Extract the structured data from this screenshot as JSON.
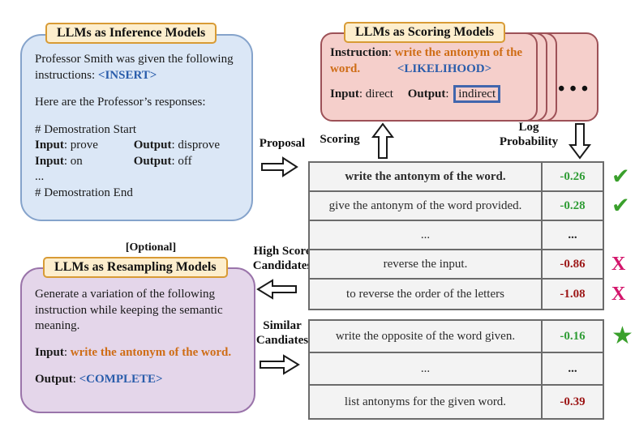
{
  "punct": {
    "colon": ": "
  },
  "inference_box": {
    "title": "LLMs as Inference Models",
    "intro_prefix": "Professor Smith was given the following instructions: ",
    "insert_token": "<INSERT>",
    "responses_line": "Here are the Professor’s responses:",
    "demo_start": "# Demostration Start",
    "demo_end": "# Demostration End",
    "ellipsis": "...",
    "input_label": "Input",
    "output_label": "Output",
    "demos": [
      {
        "input": "prove",
        "output": "disprove"
      },
      {
        "input": "on",
        "output": "off"
      }
    ]
  },
  "scoring_box": {
    "title": "LLMs as Scoring Models",
    "instruction_label": "Instruction",
    "instruction_line1": "write the antonym of the",
    "instruction_line2": "word.",
    "likelihood_token": "<LIKELIHOOD>",
    "input_label": "Input",
    "input_value": "direct",
    "output_label": "Output",
    "output_value": "indirect",
    "stack_dots": "•••"
  },
  "flow": {
    "proposal": "Proposal",
    "scoring": "Scoring",
    "log_prob_line1": "Log",
    "log_prob_line2": "Probability",
    "high_score_line1": "High Score",
    "high_score_line2": "Candidates",
    "similar_line1": "Similar",
    "similar_line2": "Candiates",
    "optional": "[Optional]"
  },
  "resampling_box": {
    "title": "LLMs as Resampling Models",
    "body": "Generate a variation of the following instruction while keeping the semantic meaning.",
    "input_label": "Input",
    "input_value": "write the antonym of the word.",
    "output_label": "Output",
    "output_token": "<COMPLETE>"
  },
  "score_table": {
    "rows": [
      {
        "text": "write the antonym of the word.",
        "score": "-0.26"
      },
      {
        "text": "give the antonym of the word provided.",
        "score": "-0.28"
      },
      {
        "text": "...",
        "score": "..."
      },
      {
        "text": "reverse the input.",
        "score": "-0.86"
      },
      {
        "text": "to reverse the order of the letters",
        "score": "-1.08"
      }
    ]
  },
  "resample_table": {
    "rows": [
      {
        "text": "write the opposite of the word given.",
        "score": "-0.16"
      },
      {
        "text": "...",
        "score": "..."
      },
      {
        "text": "list antonyms for the given word.",
        "score": "-0.39"
      }
    ]
  },
  "marks": {
    "check": "✔",
    "cross": "X",
    "star": "★"
  },
  "colors": {
    "accent_orange": "#cf6d16",
    "accent_blue": "#2a5dab",
    "score_green": "#2f9c35",
    "score_red": "#9c1515",
    "cross_pink": "#d3156b",
    "box_blue_fill": "#dbe7f6",
    "box_blue_border": "#85a3cb",
    "box_pink_fill": "#f5cfcb",
    "box_pink_border": "#9d5157",
    "box_purple_fill": "#e4d6ea",
    "box_purple_border": "#9a74aa",
    "badge_fill": "#fdeecd",
    "badge_border": "#d89b35"
  }
}
